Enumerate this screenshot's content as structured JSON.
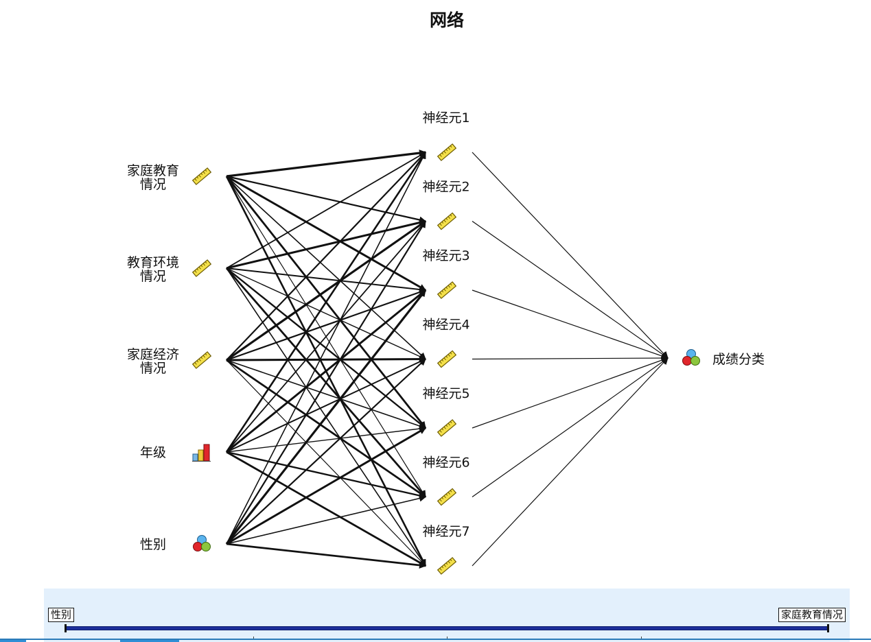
{
  "title": "网络",
  "input_layer": [
    {
      "id": "in1",
      "label": "家庭教育情况",
      "lines": [
        "家庭教育",
        "情况"
      ],
      "icon": "ruler-icon"
    },
    {
      "id": "in2",
      "label": "教育环境情况",
      "lines": [
        "教育环境",
        "情况"
      ],
      "icon": "ruler-icon"
    },
    {
      "id": "in3",
      "label": "家庭经济情况",
      "lines": [
        "家庭经济",
        "情况"
      ],
      "icon": "ruler-icon"
    },
    {
      "id": "in4",
      "label": "年级",
      "lines": [
        "年级"
      ],
      "icon": "bar-chart-icon"
    },
    {
      "id": "in5",
      "label": "性别",
      "lines": [
        "性别"
      ],
      "icon": "nominal-circles-icon"
    }
  ],
  "hidden_layer": [
    {
      "id": "h1",
      "label": "神经元1",
      "icon": "ruler-icon"
    },
    {
      "id": "h2",
      "label": "神经元2",
      "icon": "ruler-icon"
    },
    {
      "id": "h3",
      "label": "神经元3",
      "icon": "ruler-icon"
    },
    {
      "id": "h4",
      "label": "神经元4",
      "icon": "ruler-icon"
    },
    {
      "id": "h5",
      "label": "神经元5",
      "icon": "ruler-icon"
    },
    {
      "id": "h6",
      "label": "神经元6",
      "icon": "ruler-icon"
    },
    {
      "id": "h7",
      "label": "神经元7",
      "icon": "ruler-icon"
    }
  ],
  "output_layer": [
    {
      "id": "out1",
      "label": "成绩分类",
      "icon": "nominal-circles-icon"
    }
  ],
  "edges_input_hidden": "all-to-all",
  "edges_hidden_output": "all-to-all",
  "slider": {
    "min_label": "性别",
    "max_label": "家庭教育情况"
  },
  "colors": {
    "panel_background": "#e3f0fc",
    "slider_track": "#1d2f9a",
    "ruler_fill": "#f4e04a",
    "circle_red": "#e0262b",
    "circle_green": "#8cc63e",
    "circle_blue": "#5ab4ee"
  }
}
